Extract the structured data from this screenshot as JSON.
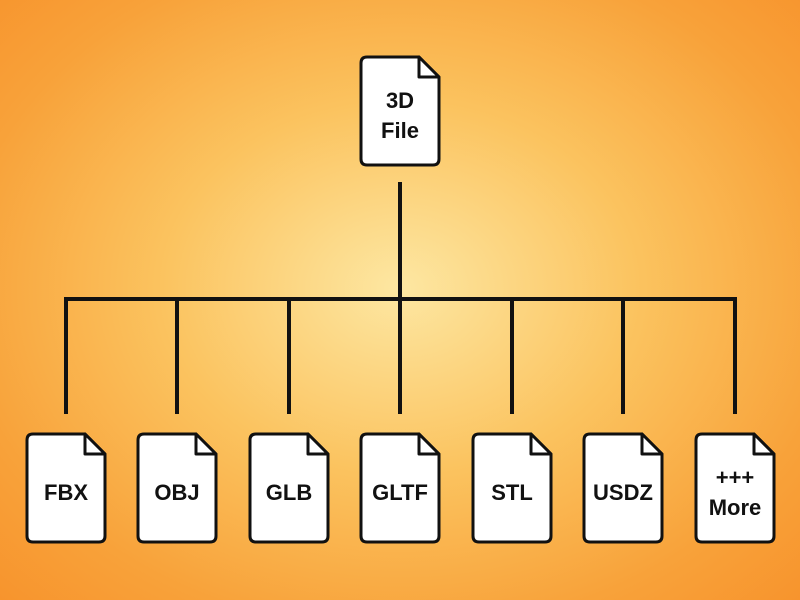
{
  "colors": {
    "background_center": "#fde7a2",
    "background_edge": "#f7942d",
    "line": "#111111",
    "document_fill": "#ffffff"
  },
  "root": {
    "icon": "document-icon",
    "lines": [
      "3D",
      "File"
    ]
  },
  "children": [
    {
      "icon": "document-icon",
      "lines": [
        "FBX"
      ]
    },
    {
      "icon": "document-icon",
      "lines": [
        "OBJ"
      ]
    },
    {
      "icon": "document-icon",
      "lines": [
        "GLB"
      ]
    },
    {
      "icon": "document-icon",
      "lines": [
        "GLTF"
      ]
    },
    {
      "icon": "document-icon",
      "lines": [
        "STL"
      ]
    },
    {
      "icon": "document-icon",
      "lines": [
        "USDZ"
      ]
    },
    {
      "icon": "document-icon",
      "lines": [
        "+++",
        "More"
      ]
    }
  ]
}
